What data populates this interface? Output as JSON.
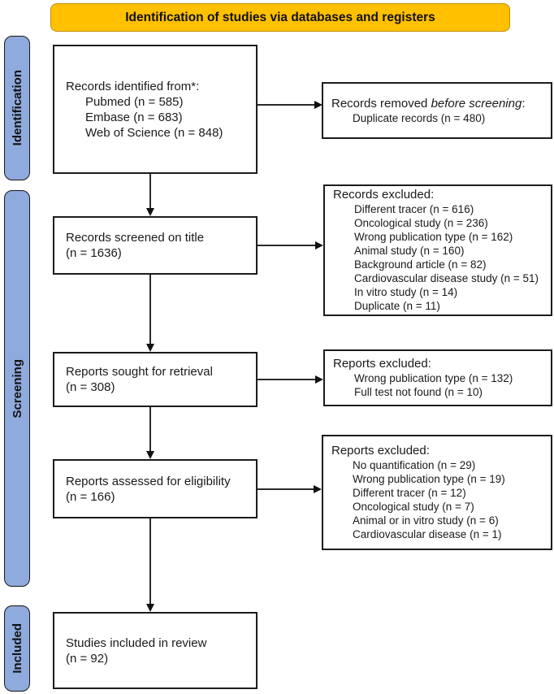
{
  "banner": {
    "title": "Identification of studies via databases and registers"
  },
  "sidebar": {
    "identification_label": "Identification",
    "screening_label": "Screening",
    "included_label": "Included"
  },
  "flow": {
    "records_identified": {
      "title": "Records identified from*:",
      "items": [
        "Pubmed (n = 585)",
        "Embase (n = 683)",
        "Web of Science (n = 848)"
      ]
    },
    "records_removed": {
      "title_prefix": "Records removed ",
      "title_italic": "before screening",
      "title_suffix": ":",
      "items": [
        "Duplicate records (n = 480)"
      ]
    },
    "records_screened": {
      "line1": "Records screened on title",
      "line2": "(n = 1636)"
    },
    "records_excluded": {
      "title": "Records excluded:",
      "items": [
        "Different tracer (n = 616)",
        "Oncological study (n = 236)",
        "Wrong publication type (n = 162)",
        "Animal study (n = 160)",
        "Background article (n = 82)",
        "Cardiovascular disease study (n = 51)",
        "In vitro study (n = 14)",
        "Duplicate (n = 11)"
      ]
    },
    "reports_sought": {
      "line1": "Reports sought for retrieval",
      "line2": "(n = 308)"
    },
    "reports_excluded_1": {
      "title": "Reports excluded:",
      "items": [
        "Wrong publication type (n = 132)",
        "Full test not found (n = 10)"
      ]
    },
    "reports_assessed": {
      "line1": "Reports assessed for eligibility",
      "line2": "(n = 166)"
    },
    "reports_excluded_2": {
      "title": "Reports excluded:",
      "items": [
        "No quantification (n = 29)",
        "Wrong publication type (n = 19)",
        "Different tracer (n = 12)",
        "Oncological study (n = 7)",
        "Animal or in vitro study (n = 6)",
        "Cardiovascular disease (n = 1)"
      ]
    },
    "studies_included": {
      "line1": "Studies included in review",
      "line2": "(n = 92)"
    }
  },
  "colors": {
    "banner_fill": "#FFC000",
    "banner_border": "#BF8F00",
    "sidebar_fill": "#8FAADC",
    "box_border": "#1c1c1c",
    "text": "#1a1a1a"
  }
}
